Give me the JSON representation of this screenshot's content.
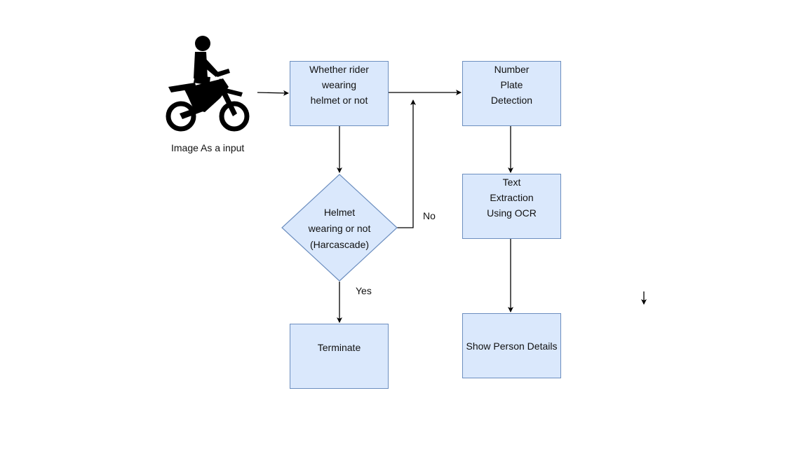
{
  "input": {
    "icon": "motorcycle-rider-icon",
    "caption": "Image As a input"
  },
  "nodes": {
    "helmet_check": [
      "Whether rider",
      "wearing",
      "helmet or not"
    ],
    "number_plate": [
      "Number",
      "Plate",
      "Detection"
    ],
    "text_extraction": [
      "Text",
      "Extraction",
      "Using OCR"
    ],
    "show_details": "Show Person Details",
    "decision": [
      "Helmet",
      "wearing or not",
      "(Harcascade)"
    ],
    "terminate": "Terminate"
  },
  "edge_labels": {
    "no": "No",
    "yes": "Yes"
  },
  "colors": {
    "node_fill": "#dae8fc",
    "node_stroke": "#6c8ebf",
    "connector": "#000000"
  }
}
